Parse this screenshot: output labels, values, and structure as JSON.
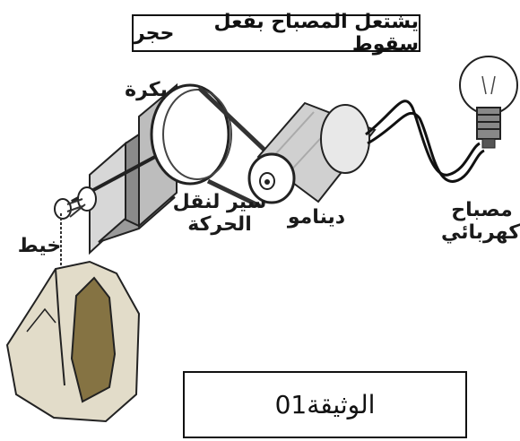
{
  "diagram": {
    "title_main": "يشتعل المصباح بفعل سقوط",
    "title_emphasis": "حجر",
    "labels": {
      "pulley": "بكرة",
      "belt": "سير لنقل\nالحركة",
      "dynamo": "دينامو",
      "lamp": "مصباح\nكهربائي",
      "thread": "خيط"
    },
    "document_label": "الوثيقة01"
  }
}
